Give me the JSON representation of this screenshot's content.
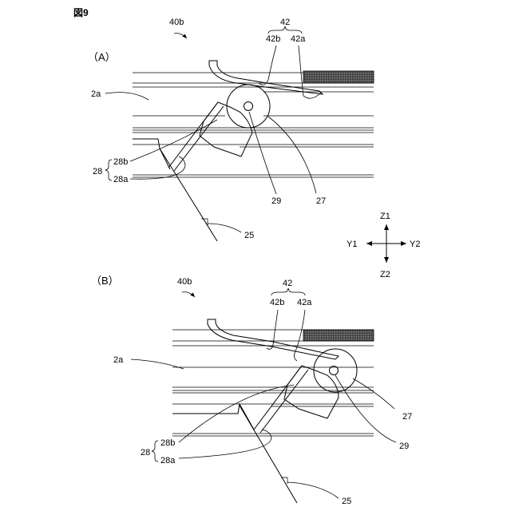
{
  "figure": {
    "title": "図9"
  },
  "panel_a": {
    "label": "（A）",
    "ref_40b": "40b",
    "ref_42": "42",
    "ref_42b": "42b",
    "ref_42a": "42a",
    "ref_2a": "2a",
    "ref_28": "28",
    "ref_28b": "28b",
    "ref_28a": "28a",
    "ref_29": "29",
    "ref_27": "27",
    "ref_25": "25"
  },
  "axes": {
    "z1": "Z1",
    "z2": "Z2",
    "y1": "Y1",
    "y2": "Y2"
  },
  "panel_b": {
    "label": "（B）",
    "ref_40b": "40b",
    "ref_42": "42",
    "ref_42b": "42b",
    "ref_42a": "42a",
    "ref_2a": "2a",
    "ref_28": "28",
    "ref_28b": "28b",
    "ref_28a": "28a",
    "ref_27": "27",
    "ref_29": "29",
    "ref_25": "25"
  }
}
